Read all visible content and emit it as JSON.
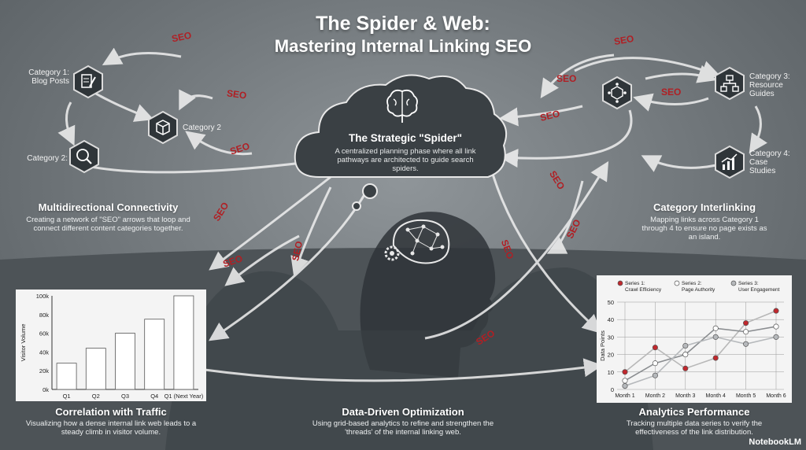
{
  "title": {
    "line1": "The Spider & Web:",
    "line2": "Mastering Internal Linking SEO"
  },
  "seo_label": "SEO",
  "categories": {
    "cat1": "Category 1:\nBlog Posts",
    "cat2_left": "Category 2:",
    "cat2_center": "Category 2",
    "cat3": "Category 3:\nResource\nGuides",
    "cat4": "Category 4:\nCase\nStudies"
  },
  "spider": {
    "title": "The Strategic \"Spider\"",
    "body": "A centralized planning phase where all link pathways are architected to guide search spiders."
  },
  "sections": {
    "multi": {
      "title": "Multidirectional Connectivity",
      "body": "Creating a network of \"SEO\" arrows that loop and connect different content categories together."
    },
    "interlink": {
      "title": "Category Interlinking",
      "body": "Mapping links across Category 1 through 4 to ensure no page exists as an island."
    },
    "traffic": {
      "title": "Correlation with Traffic",
      "body": "Visualizing how a dense internal link web leads to a steady climb in visitor volume."
    },
    "data": {
      "title": "Data-Driven Optimization",
      "body": "Using grid-based analytics to refine and strengthen the 'threads' of the internal linking web."
    },
    "analytics": {
      "title": "Analytics Performance",
      "body": "Tracking multiple data series to verify the effectiveness of the link distribution."
    }
  },
  "brand": "NotebookLM",
  "colors": {
    "seo_red": "#b01f24",
    "panel": "#f4f4f4",
    "dark": "#3d4347"
  },
  "icons": [
    "document-edit-icon",
    "magnifier-icon",
    "cube-icon",
    "network-cube-icon",
    "hierarchy-icon",
    "bar-trend-icon",
    "brain-icon",
    "head-gears-icon"
  ],
  "chart_data": [
    {
      "type": "bar",
      "categories": [
        "Q1",
        "Q2",
        "Q3",
        "Q4",
        "Q1 (Next Year)"
      ],
      "values": [
        28,
        44,
        60,
        75,
        100
      ],
      "ylabel": "Visitor Volume",
      "yticks": [
        "0k",
        "20k",
        "40k",
        "60k",
        "80k",
        "100k"
      ],
      "ylim": [
        0,
        100
      ]
    },
    {
      "type": "line",
      "x": [
        "Month 1",
        "Month 2",
        "Month 3",
        "Month 4",
        "Month 5",
        "Month 6"
      ],
      "ylabel": "Data Points",
      "yticks": [
        "0",
        "10",
        "20",
        "30",
        "40",
        "50"
      ],
      "ylim": [
        0,
        50
      ],
      "series": [
        {
          "name": "Series 1:\nCrawl Efficiency",
          "values": [
            10,
            24,
            12,
            18,
            38,
            45
          ],
          "color": "#c0282d"
        },
        {
          "name": "Series 2:\nPage Authority",
          "values": [
            5,
            15,
            20,
            35,
            33,
            36
          ],
          "color": "#ffffff"
        },
        {
          "name": "Series 3:\nUser Engagement",
          "values": [
            2,
            8,
            25,
            30,
            26,
            30
          ],
          "color": "#b6b9bc"
        }
      ]
    }
  ]
}
